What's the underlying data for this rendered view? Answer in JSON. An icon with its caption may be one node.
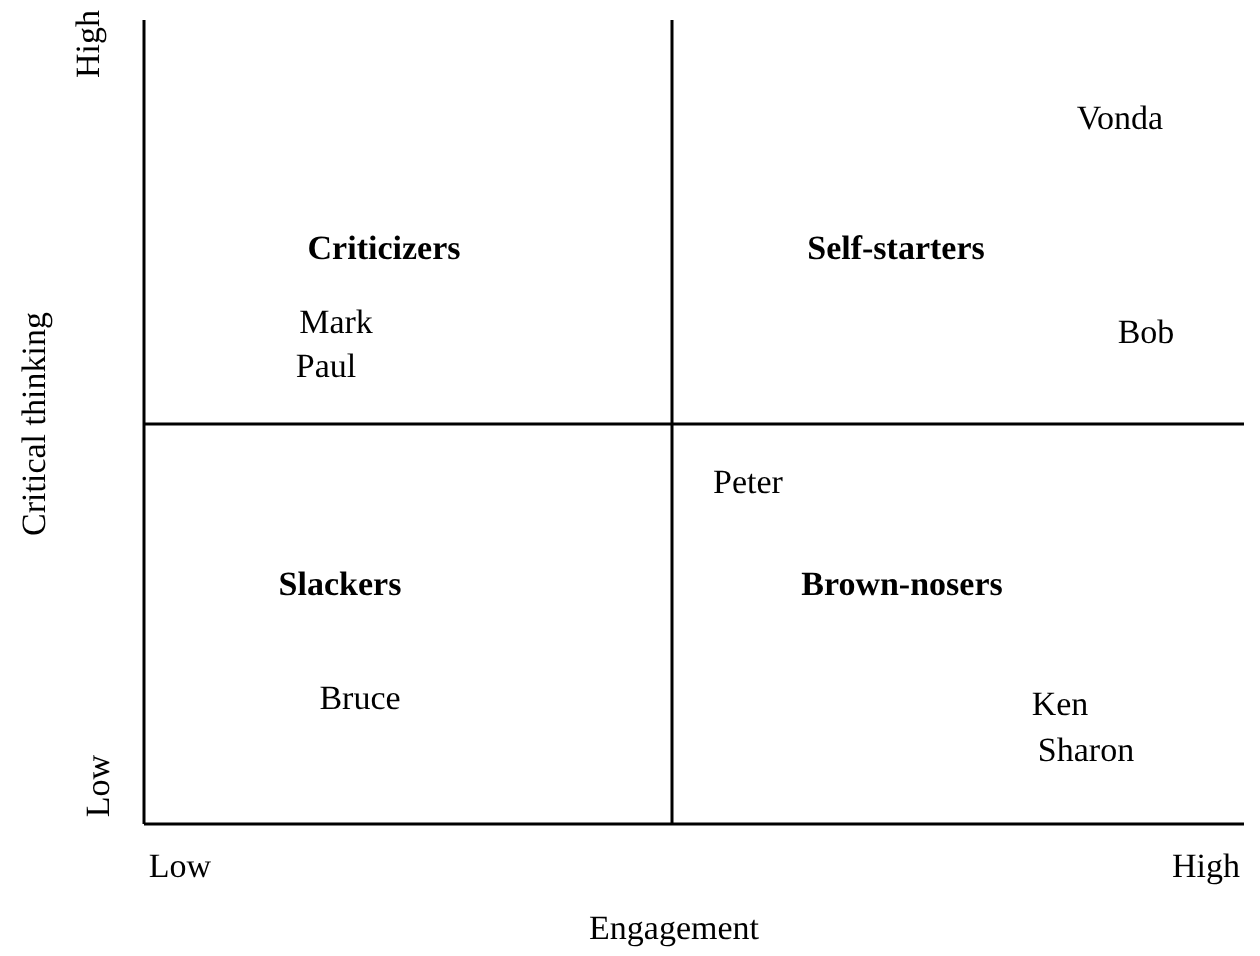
{
  "diagram": {
    "labels": [
      "High",
      "Vonda",
      "Criticizers",
      "Self-starters",
      "Mark",
      "Paul",
      "Bob",
      "Critical thinking",
      "Peter",
      "Slackers",
      "Brown-nosers",
      "Bruce",
      "Ken",
      "Sharon",
      "Low",
      "Low",
      "High",
      "Engagement"
    ]
  }
}
